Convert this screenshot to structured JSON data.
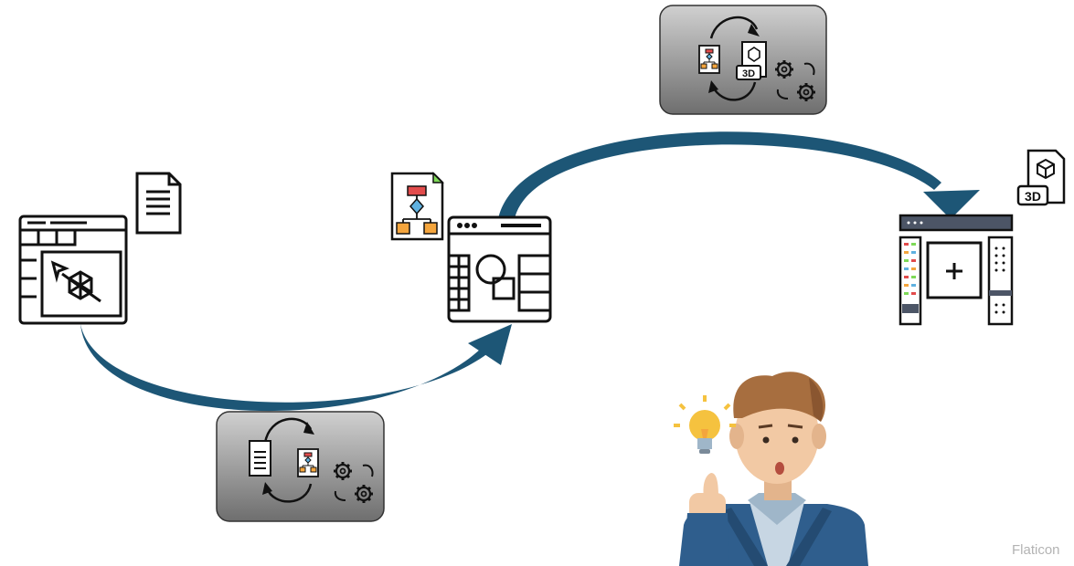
{
  "diagram": {
    "stages": [
      {
        "id": "cad-design",
        "icon": "cad-window-icon",
        "attachment": "document-icon"
      },
      {
        "id": "modeling",
        "icon": "modeling-window-icon",
        "attachment": "flowchart-document-icon"
      },
      {
        "id": "simulation",
        "icon": "ide-window-icon",
        "attachment": "cube-3d-document-icon"
      }
    ],
    "transitions": [
      {
        "from": "cad-design",
        "to": "modeling",
        "badge": "document-to-flowchart-conversion-icon"
      },
      {
        "from": "modeling",
        "to": "simulation",
        "badge": "flowchart-to-3d-conversion-icon"
      }
    ],
    "person": "person-idea-icon",
    "colors": {
      "arrow": "#1d5676",
      "badge_top": "#d0d0d0",
      "badge_bottom": "#6e6e6e",
      "icon_stroke": "#111111",
      "flow_red": "#e24b4b",
      "flow_orange": "#f4a53d",
      "flow_blue": "#5fb1e0",
      "person_jacket": "#2f5e8d",
      "person_skin": "#f2c9a4",
      "person_hair": "#a76e3f",
      "bulb": "#f5c23f"
    }
  },
  "credit": "Flaticon"
}
